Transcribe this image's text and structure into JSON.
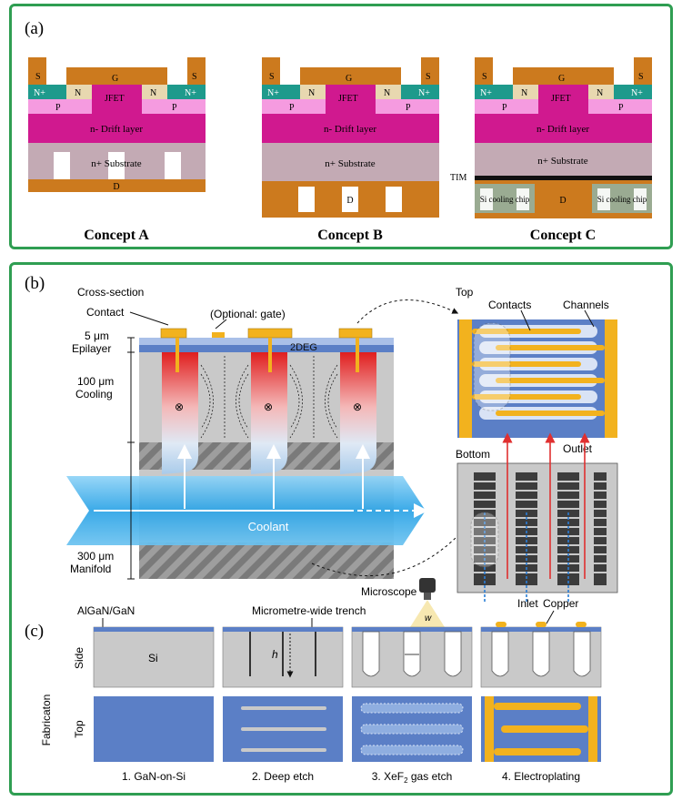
{
  "panel_a": {
    "label": "(a)",
    "layers": {
      "source": "S",
      "gate": "G",
      "n_plus": "N+",
      "n": "N",
      "p": "P",
      "jfet": "JFET",
      "drift": "n- Drift layer",
      "substrate": "n+ Substrate",
      "drain": "D",
      "tim": "TIM",
      "si_cooling": "Si cooling chip"
    },
    "concepts": [
      "Concept A",
      "Concept B",
      "Concept C"
    ]
  },
  "panel_b": {
    "label": "(b)",
    "cross_section": "Cross-section",
    "contact": "Contact",
    "optional_gate": "(Optional: gate)",
    "epilayer": "5 μm\nEpilayer",
    "two_deg": "2DEG",
    "cooling": "100 μm\nCooling",
    "coolant": "Coolant",
    "manifold": "300 μm\nManifold",
    "top": "Top",
    "contacts": "Contacts",
    "channels": "Channels",
    "outlet": "Outlet",
    "bottom": "Bottom",
    "inlet": "Inlet"
  },
  "panel_c": {
    "label": "(c)",
    "fabrication": "Fabricaton",
    "side": "Side",
    "top": "Top",
    "algan": "AlGaN/GaN",
    "trench": "Micrometre-wide trench",
    "si": "Si",
    "h": "h",
    "microscope": "Microscope",
    "w": "w",
    "copper": "Copper",
    "steps": [
      "1. GaN-on-Si",
      "2. Deep etch",
      "3. XeF",
      "4. Electroplating"
    ],
    "step3_sub": "2",
    "step3_tail": " gas etch"
  },
  "colors": {
    "border": "#2f9e52",
    "source": "#cc7a1e",
    "teal": "#1e9a8c",
    "n_beige": "#e8d8b0",
    "p_pink": "#f59be0",
    "drift": "#d0198f",
    "substrate": "#c3aab4",
    "copper": "#f2b21e",
    "blue": "#5b7fc6",
    "coolant": "#2aa3e6",
    "gray": "#c9c9c9"
  }
}
